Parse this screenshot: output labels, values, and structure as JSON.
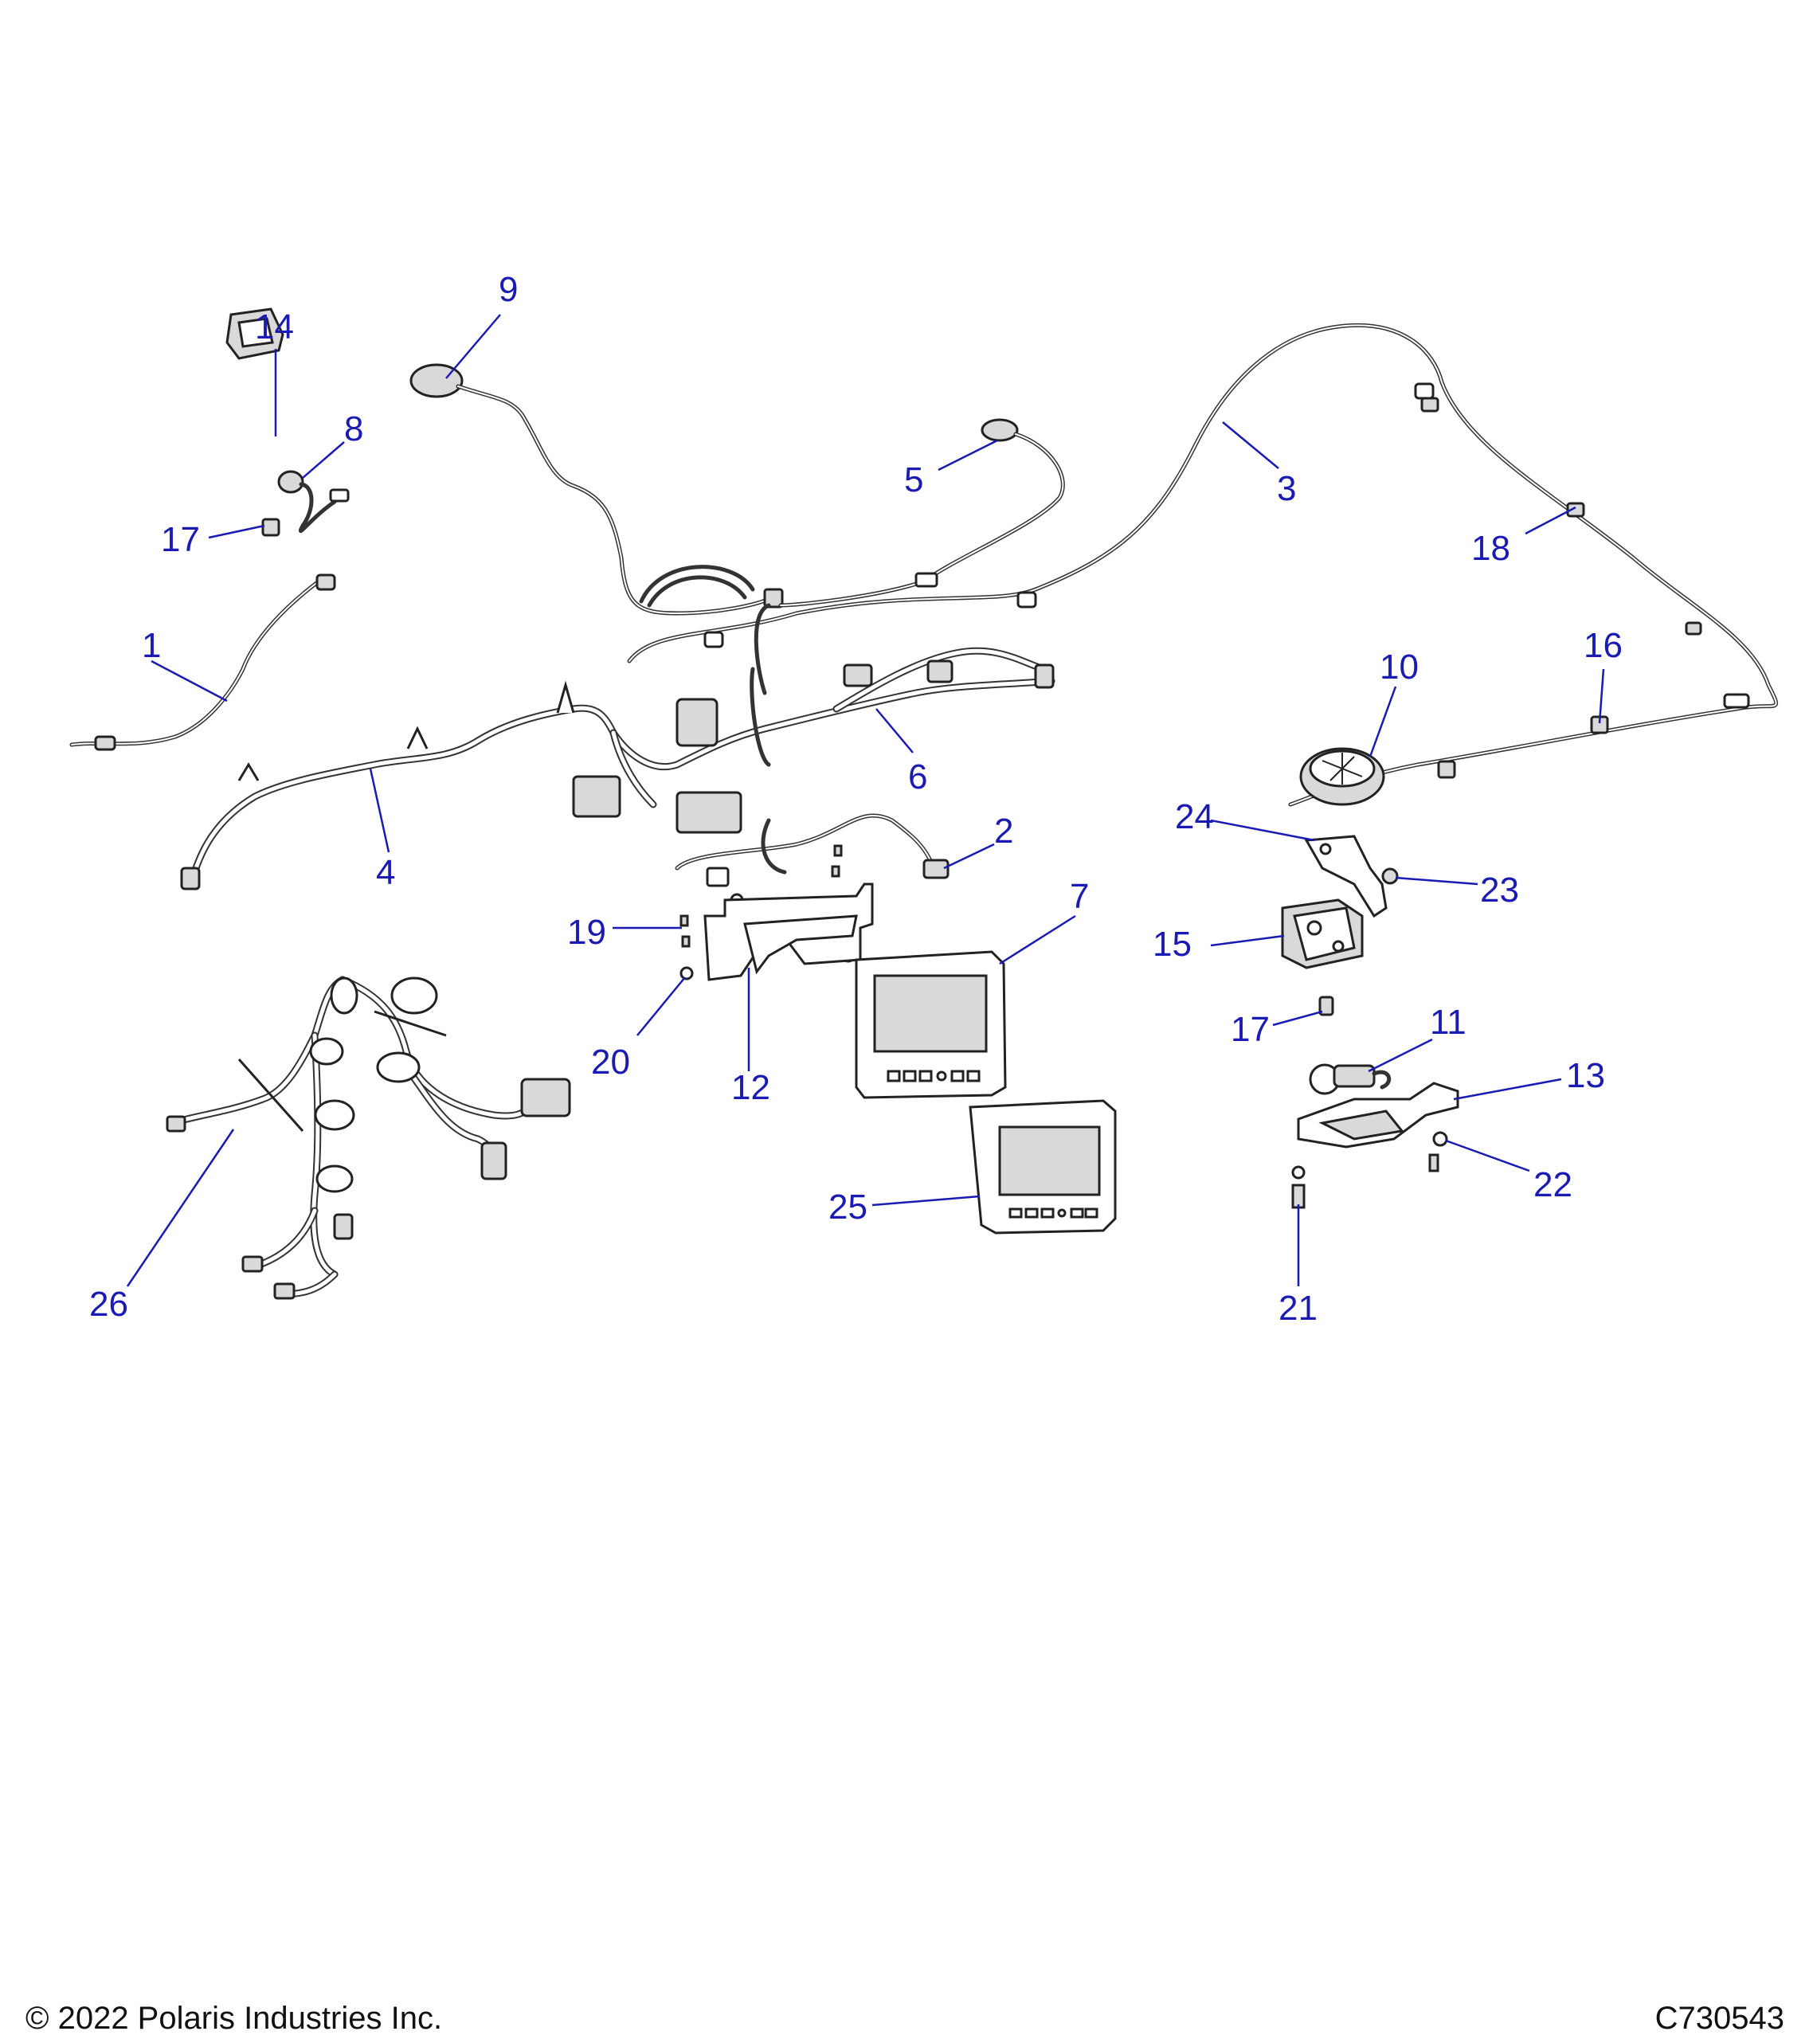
{
  "diagram": {
    "callouts": [
      {
        "id": "1",
        "label": "1"
      },
      {
        "id": "2",
        "label": "2"
      },
      {
        "id": "3",
        "label": "3"
      },
      {
        "id": "4",
        "label": "4"
      },
      {
        "id": "5",
        "label": "5"
      },
      {
        "id": "6",
        "label": "6"
      },
      {
        "id": "7",
        "label": "7"
      },
      {
        "id": "8",
        "label": "8"
      },
      {
        "id": "9",
        "label": "9"
      },
      {
        "id": "10",
        "label": "10"
      },
      {
        "id": "11",
        "label": "11"
      },
      {
        "id": "12",
        "label": "12"
      },
      {
        "id": "13",
        "label": "13"
      },
      {
        "id": "14",
        "label": "14"
      },
      {
        "id": "15",
        "label": "15"
      },
      {
        "id": "16",
        "label": "16"
      },
      {
        "id": "17a",
        "label": "17"
      },
      {
        "id": "17b",
        "label": "17"
      },
      {
        "id": "18",
        "label": "18"
      },
      {
        "id": "19",
        "label": "19"
      },
      {
        "id": "20",
        "label": "20"
      },
      {
        "id": "21",
        "label": "21"
      },
      {
        "id": "22",
        "label": "22"
      },
      {
        "id": "23",
        "label": "23"
      },
      {
        "id": "24",
        "label": "24"
      },
      {
        "id": "25",
        "label": "25"
      },
      {
        "id": "26",
        "label": "26"
      }
    ],
    "colors": {
      "callout": "#1a1ab4",
      "line": "#222222",
      "fill": "#d9d9d9"
    }
  },
  "footer": {
    "copyright": "© 2022 Polaris Industries Inc.",
    "figure_id": "C730543"
  }
}
